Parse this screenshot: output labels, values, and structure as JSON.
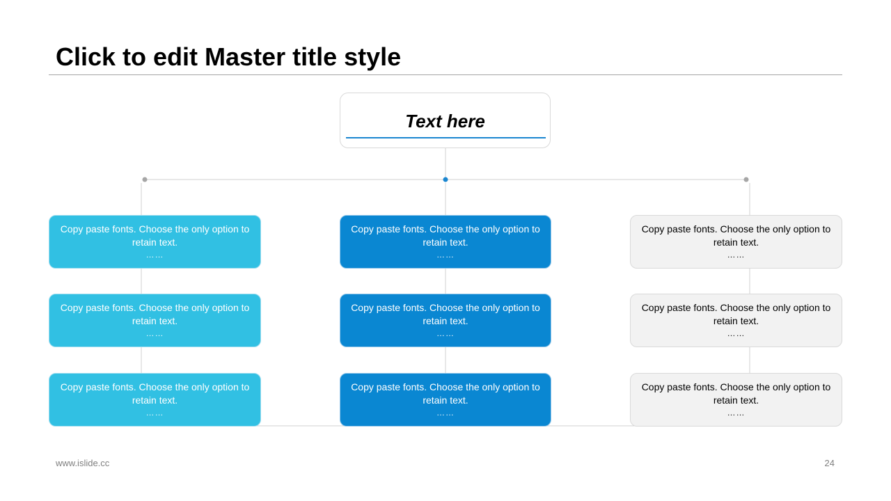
{
  "slide": {
    "title": "Click to edit Master title style",
    "footer": "www.islide.cc",
    "page_number": "24"
  },
  "colors": {
    "light_blue": "#31c0e3",
    "dark_blue": "#0a87d2",
    "grey": "#f2f2f2",
    "accent_line": "#1a86d0",
    "connector": "#d0d0d0"
  },
  "diagram": {
    "root": {
      "label": "Text here"
    },
    "branches": [
      {
        "color": "light_blue",
        "nodes": [
          {
            "text": "Copy paste fonts. Choose the only option to retain text.",
            "dots": "……"
          },
          {
            "text": "Copy paste fonts. Choose the only option to retain text.",
            "dots": "……"
          },
          {
            "text": "Copy paste fonts. Choose the only option to retain text.",
            "dots": "……"
          }
        ]
      },
      {
        "color": "dark_blue",
        "nodes": [
          {
            "text": "Copy paste fonts. Choose the only option to retain text.",
            "dots": "……"
          },
          {
            "text": "Copy paste fonts. Choose the only option to retain text.",
            "dots": "……"
          },
          {
            "text": "Copy paste fonts. Choose the only option to retain text.",
            "dots": "……"
          }
        ]
      },
      {
        "color": "grey",
        "nodes": [
          {
            "text": "Copy paste fonts. Choose the only option to retain text.",
            "dots": "……"
          },
          {
            "text": "Copy paste fonts. Choose the only option to retain text.",
            "dots": "……"
          },
          {
            "text": "Copy paste fonts. Choose the only option to retain text.",
            "dots": "……"
          }
        ]
      }
    ]
  }
}
